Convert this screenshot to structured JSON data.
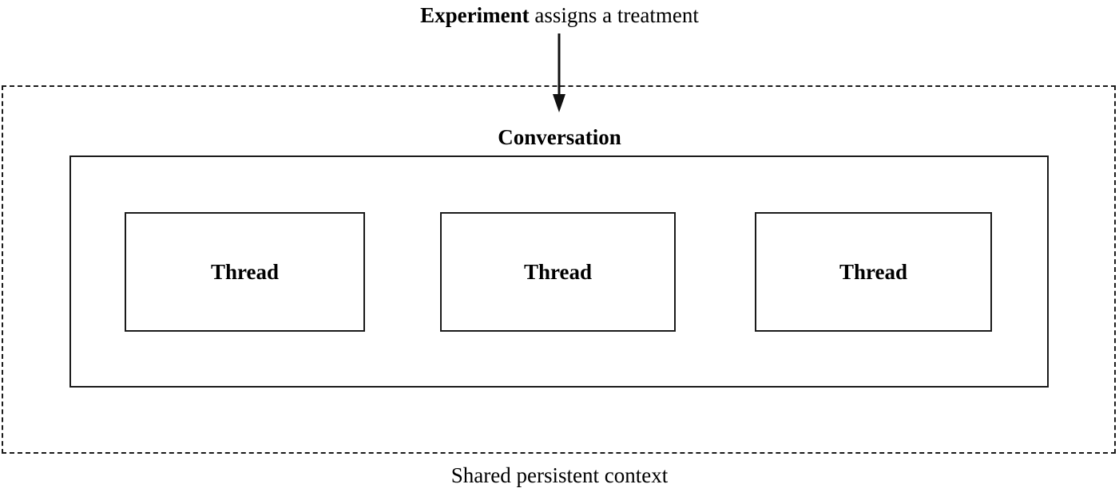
{
  "diagram": {
    "top_caption": {
      "bold_part": "Experiment",
      "regular_part": " assigns a treatment"
    },
    "arrow": {
      "name": "downward-arrow",
      "direction": "down"
    },
    "outer_region": {
      "label": "Shared persistent context",
      "border_style": "dashed",
      "color": "#1a1a1a"
    },
    "conversation": {
      "label": "Conversation",
      "border_style": "solid",
      "color": "#1a1a1a"
    },
    "threads": [
      {
        "label": "Thread"
      },
      {
        "label": "Thread"
      },
      {
        "label": "Thread"
      }
    ],
    "background": "#ffffff"
  }
}
